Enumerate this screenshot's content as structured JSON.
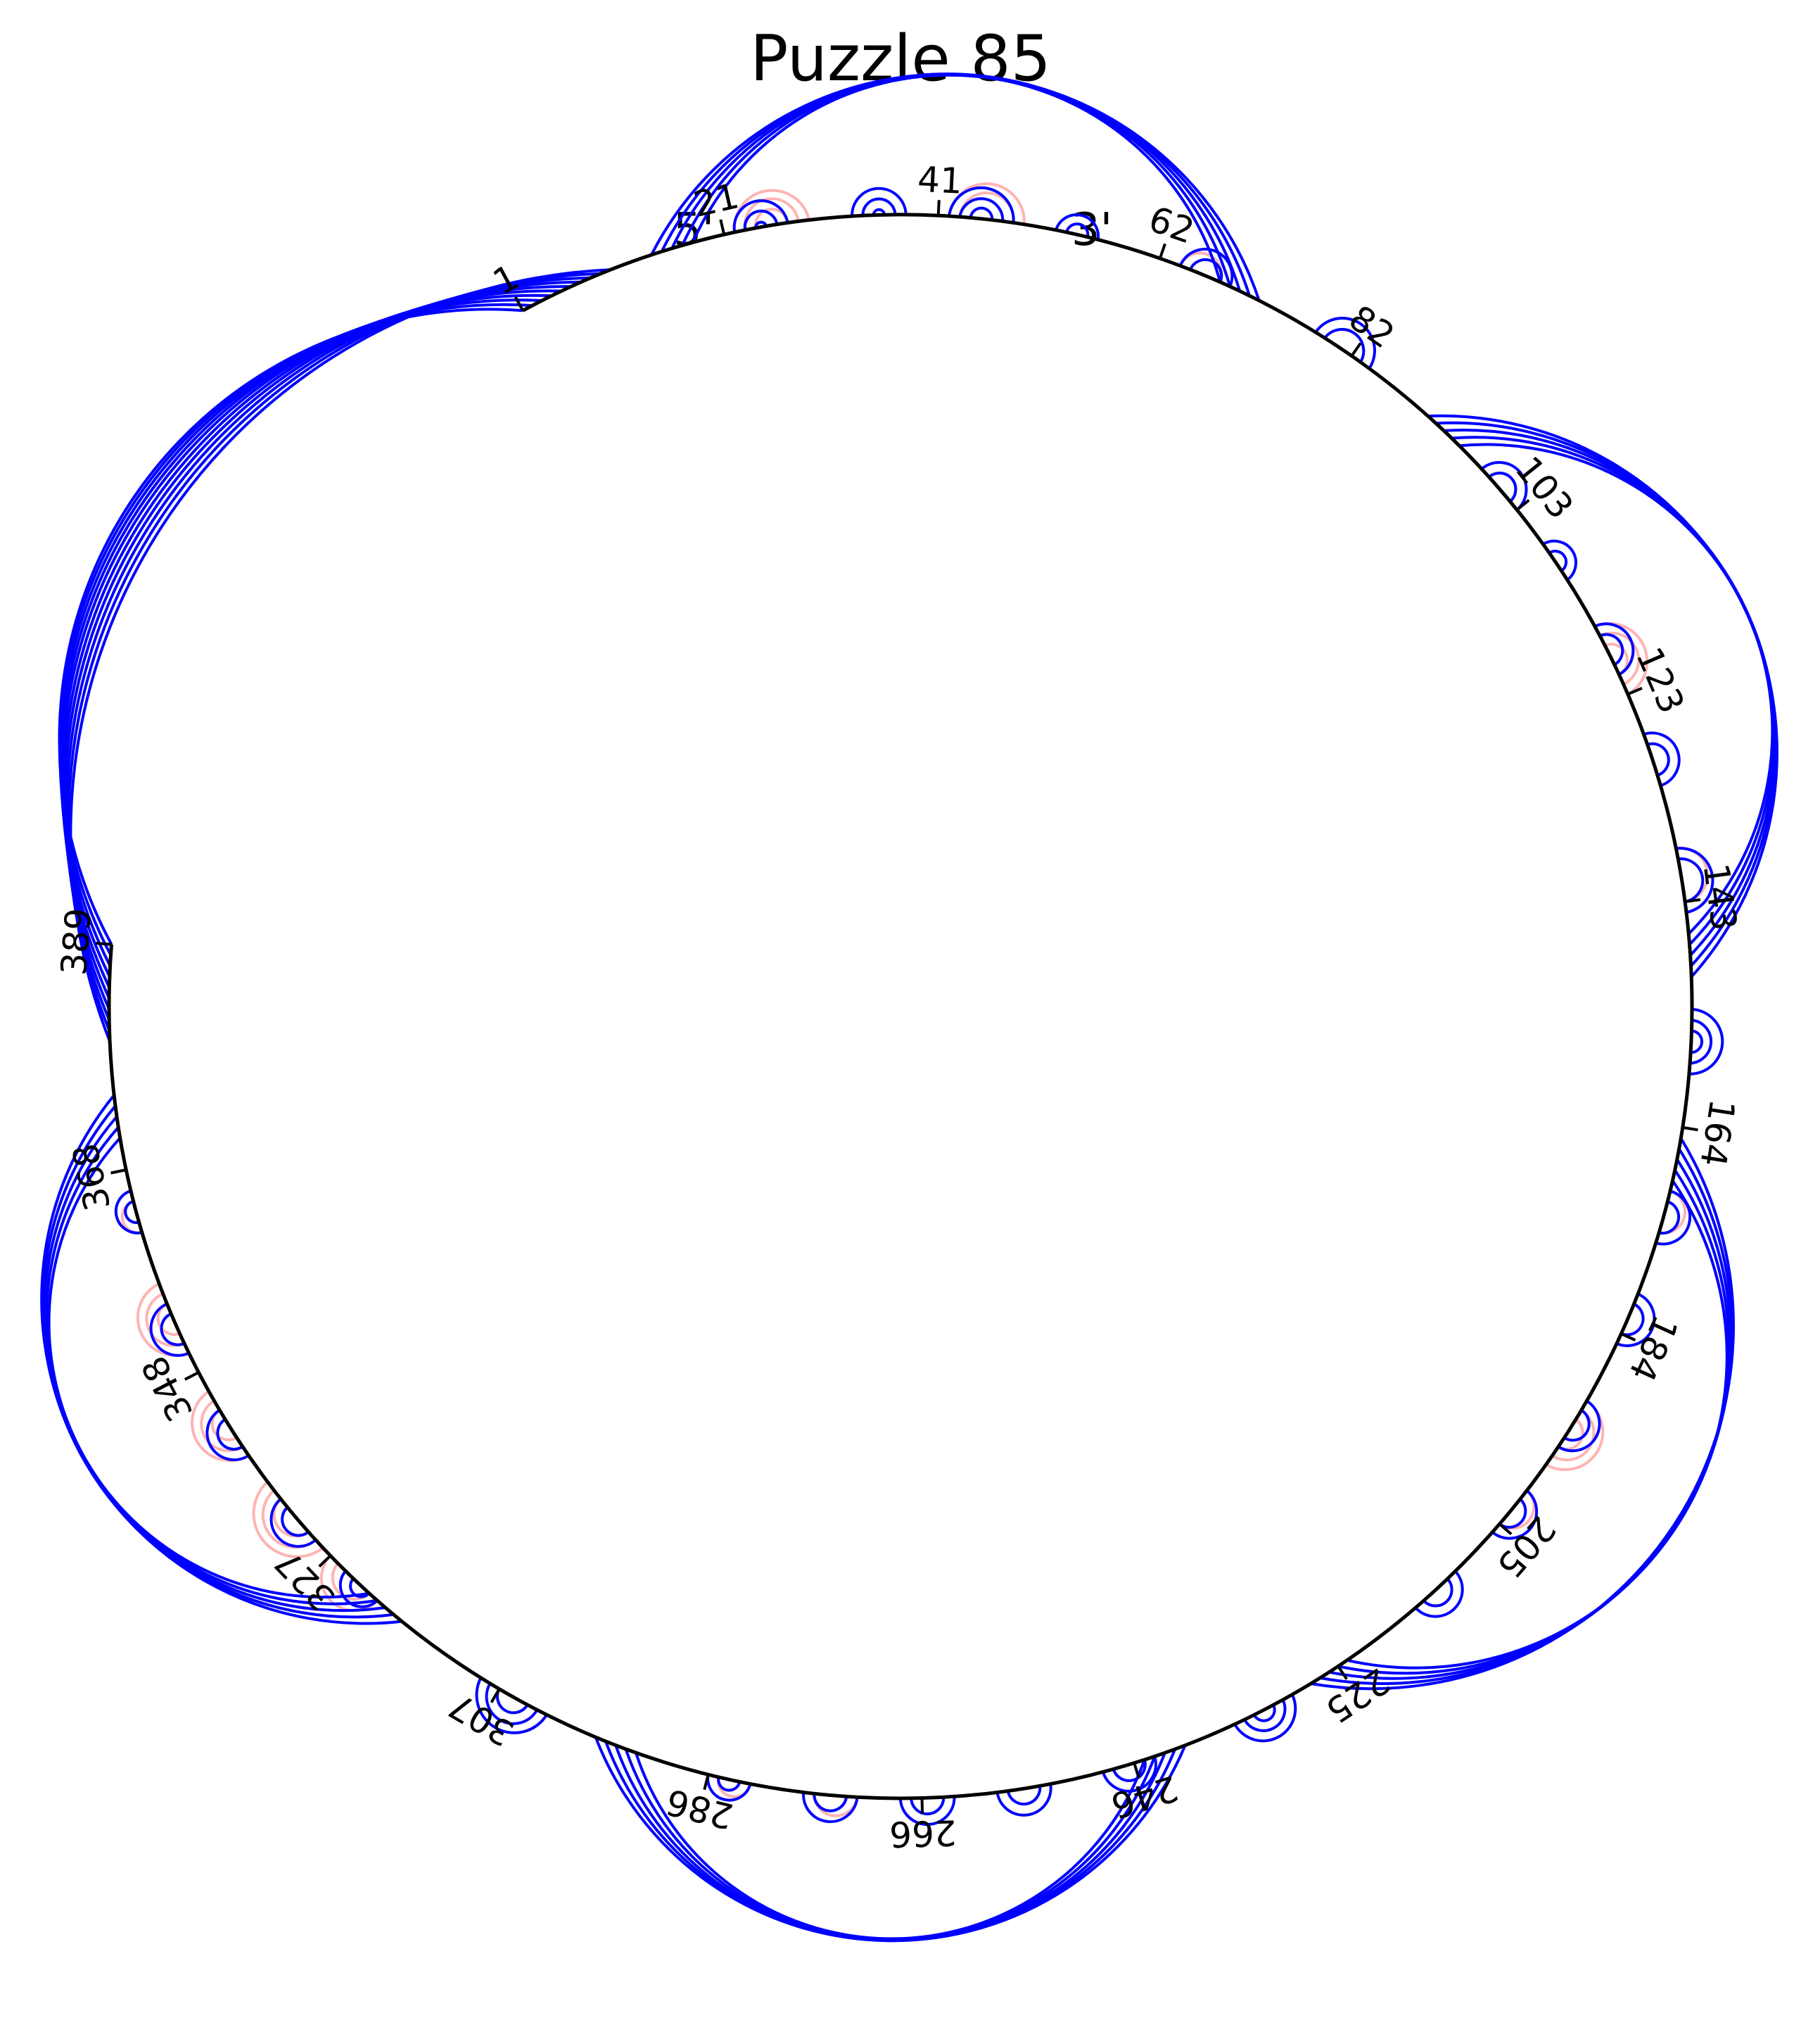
{
  "title": "Puzzle 85",
  "five_prime_label": "5'",
  "three_prime_label": "3'",
  "sequence_length": 389,
  "colors": {
    "backbone": "#000000",
    "pair": "#0000ff",
    "alt_pair": "#ff9999"
  },
  "tick_labels": [
    "1",
    "21",
    "41",
    "62",
    "82",
    "103",
    "123",
    "143",
    "164",
    "184",
    "205",
    "225",
    "246",
    "266",
    "286",
    "307",
    "327",
    "348",
    "368",
    "389"
  ],
  "chart_data": {
    "type": "arc-diagram",
    "title": "Puzzle 85",
    "length": 389,
    "helices": [
      {
        "i": 1,
        "j": 389,
        "len": 10
      },
      {
        "i": 14,
        "j": 72,
        "len": 5
      },
      {
        "i": 22,
        "j": 27,
        "len": 3
      },
      {
        "i": 33,
        "j": 38,
        "len": 3
      },
      {
        "i": 42,
        "j": 48,
        "len": 3
      },
      {
        "i": 52,
        "j": 56,
        "len": 2
      },
      {
        "i": 64,
        "j": 69,
        "len": 2
      },
      {
        "i": 78,
        "j": 84,
        "len": 2
      },
      {
        "i": 91,
        "j": 150,
        "len": 5
      },
      {
        "i": 98,
        "j": 103,
        "len": 2
      },
      {
        "i": 107,
        "j": 111,
        "len": 2
      },
      {
        "i": 116,
        "j": 121,
        "len": 2
      },
      {
        "i": 127,
        "j": 132,
        "len": 2
      },
      {
        "i": 138,
        "j": 144,
        "len": 2
      },
      {
        "i": 153,
        "j": 159,
        "len": 3
      },
      {
        "i": 165,
        "j": 228,
        "len": 5
      },
      {
        "i": 170,
        "j": 175,
        "len": 2
      },
      {
        "i": 180,
        "j": 185,
        "len": 2
      },
      {
        "i": 191,
        "j": 196,
        "len": 2
      },
      {
        "i": 201,
        "j": 206,
        "len": 2
      },
      {
        "i": 211,
        "j": 216,
        "len": 2
      },
      {
        "i": 230,
        "j": 236,
        "len": 3
      },
      {
        "i": 241,
        "j": 297,
        "len": 5
      },
      {
        "i": 244,
        "j": 249,
        "len": 2
      },
      {
        "i": 254,
        "j": 259,
        "len": 2
      },
      {
        "i": 263,
        "j": 268,
        "len": 2
      },
      {
        "i": 272,
        "j": 277,
        "len": 2
      },
      {
        "i": 282,
        "j": 286,
        "len": 2
      },
      {
        "i": 302,
        "j": 309,
        "len": 3
      },
      {
        "i": 318,
        "j": 375,
        "len": 5
      },
      {
        "i": 321,
        "j": 325,
        "len": 2
      },
      {
        "i": 329,
        "j": 334,
        "len": 2
      },
      {
        "i": 339,
        "j": 344,
        "len": 2
      },
      {
        "i": 350,
        "j": 355,
        "len": 2
      },
      {
        "i": 362,
        "j": 366,
        "len": 2
      }
    ],
    "alt_helices": [
      {
        "i": 22,
        "j": 29,
        "len": 3
      },
      {
        "i": 42,
        "j": 49,
        "len": 2
      },
      {
        "i": 64,
        "j": 68,
        "len": 1
      },
      {
        "i": 116,
        "j": 123,
        "len": 3
      },
      {
        "i": 138,
        "j": 143,
        "len": 1
      },
      {
        "i": 170,
        "j": 174,
        "len": 1
      },
      {
        "i": 191,
        "j": 198,
        "len": 3
      },
      {
        "i": 201,
        "j": 205,
        "len": 1
      },
      {
        "i": 272,
        "j": 276,
        "len": 1
      },
      {
        "i": 282,
        "j": 285,
        "len": 1
      },
      {
        "i": 321,
        "j": 327,
        "len": 2
      },
      {
        "i": 328,
        "j": 336,
        "len": 3
      },
      {
        "i": 339,
        "j": 346,
        "len": 3
      },
      {
        "i": 350,
        "j": 357,
        "len": 3
      },
      {
        "i": 362,
        "j": 365,
        "len": 1
      }
    ]
  }
}
